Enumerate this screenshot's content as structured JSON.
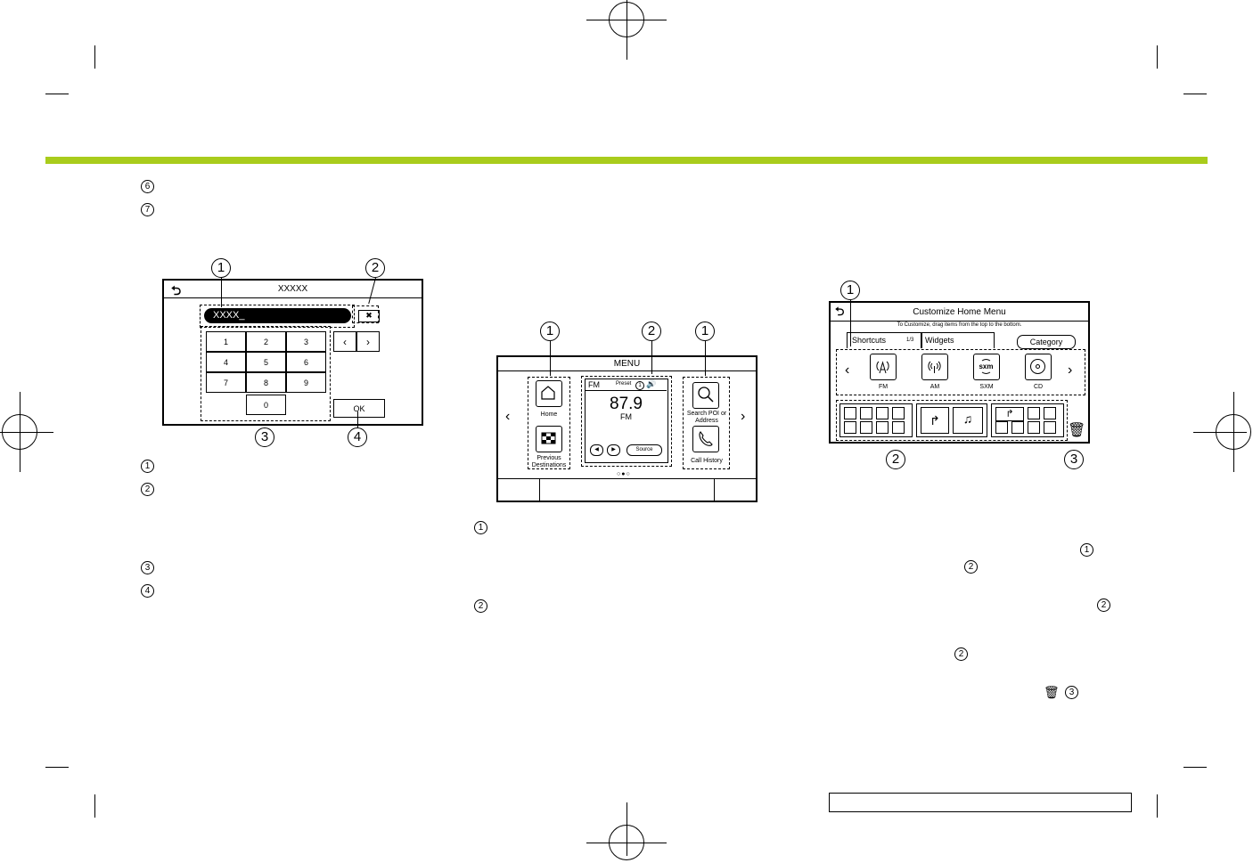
{
  "markers": {
    "m6": "6",
    "m7": "7",
    "left_list": [
      "1",
      "2",
      "3",
      "4"
    ],
    "middle_list": [
      "1",
      "2"
    ],
    "right_refs": [
      "1",
      "2",
      "2",
      "2",
      "3"
    ]
  },
  "keyboard_screen": {
    "title": "XXXXX",
    "input_value": "XXXX_",
    "keys": [
      "1",
      "2",
      "3",
      "4",
      "5",
      "6",
      "7",
      "8",
      "9",
      "0"
    ],
    "ok_label": "OK",
    "callouts": [
      "1",
      "2",
      "3",
      "4"
    ]
  },
  "menu_screen": {
    "title": "MENU",
    "home_label": "Home",
    "previous_label": "Previous Destinations",
    "radio_band": "FM",
    "preset_label": "Preset",
    "preset_num": "1",
    "frequency": "87.9",
    "band_sub": "FM",
    "source_label": "Source",
    "search_label": "Search POI or Address",
    "call_history_label": "Call History",
    "callouts": [
      "1",
      "2",
      "1"
    ]
  },
  "customize_screen": {
    "title": "Customize Home Menu",
    "subtitle": "To Customize, drag items from the top to the bottom.",
    "tab_shortcuts": "Shortcuts",
    "tab_page": "1/3",
    "tab_widgets": "Widgets",
    "category_label": "Category",
    "items": [
      "FM",
      "AM",
      "SXM",
      "CD"
    ],
    "callouts": [
      "1",
      "2",
      "3"
    ]
  },
  "colors": {
    "accent_bar": "#a9cc1c"
  }
}
